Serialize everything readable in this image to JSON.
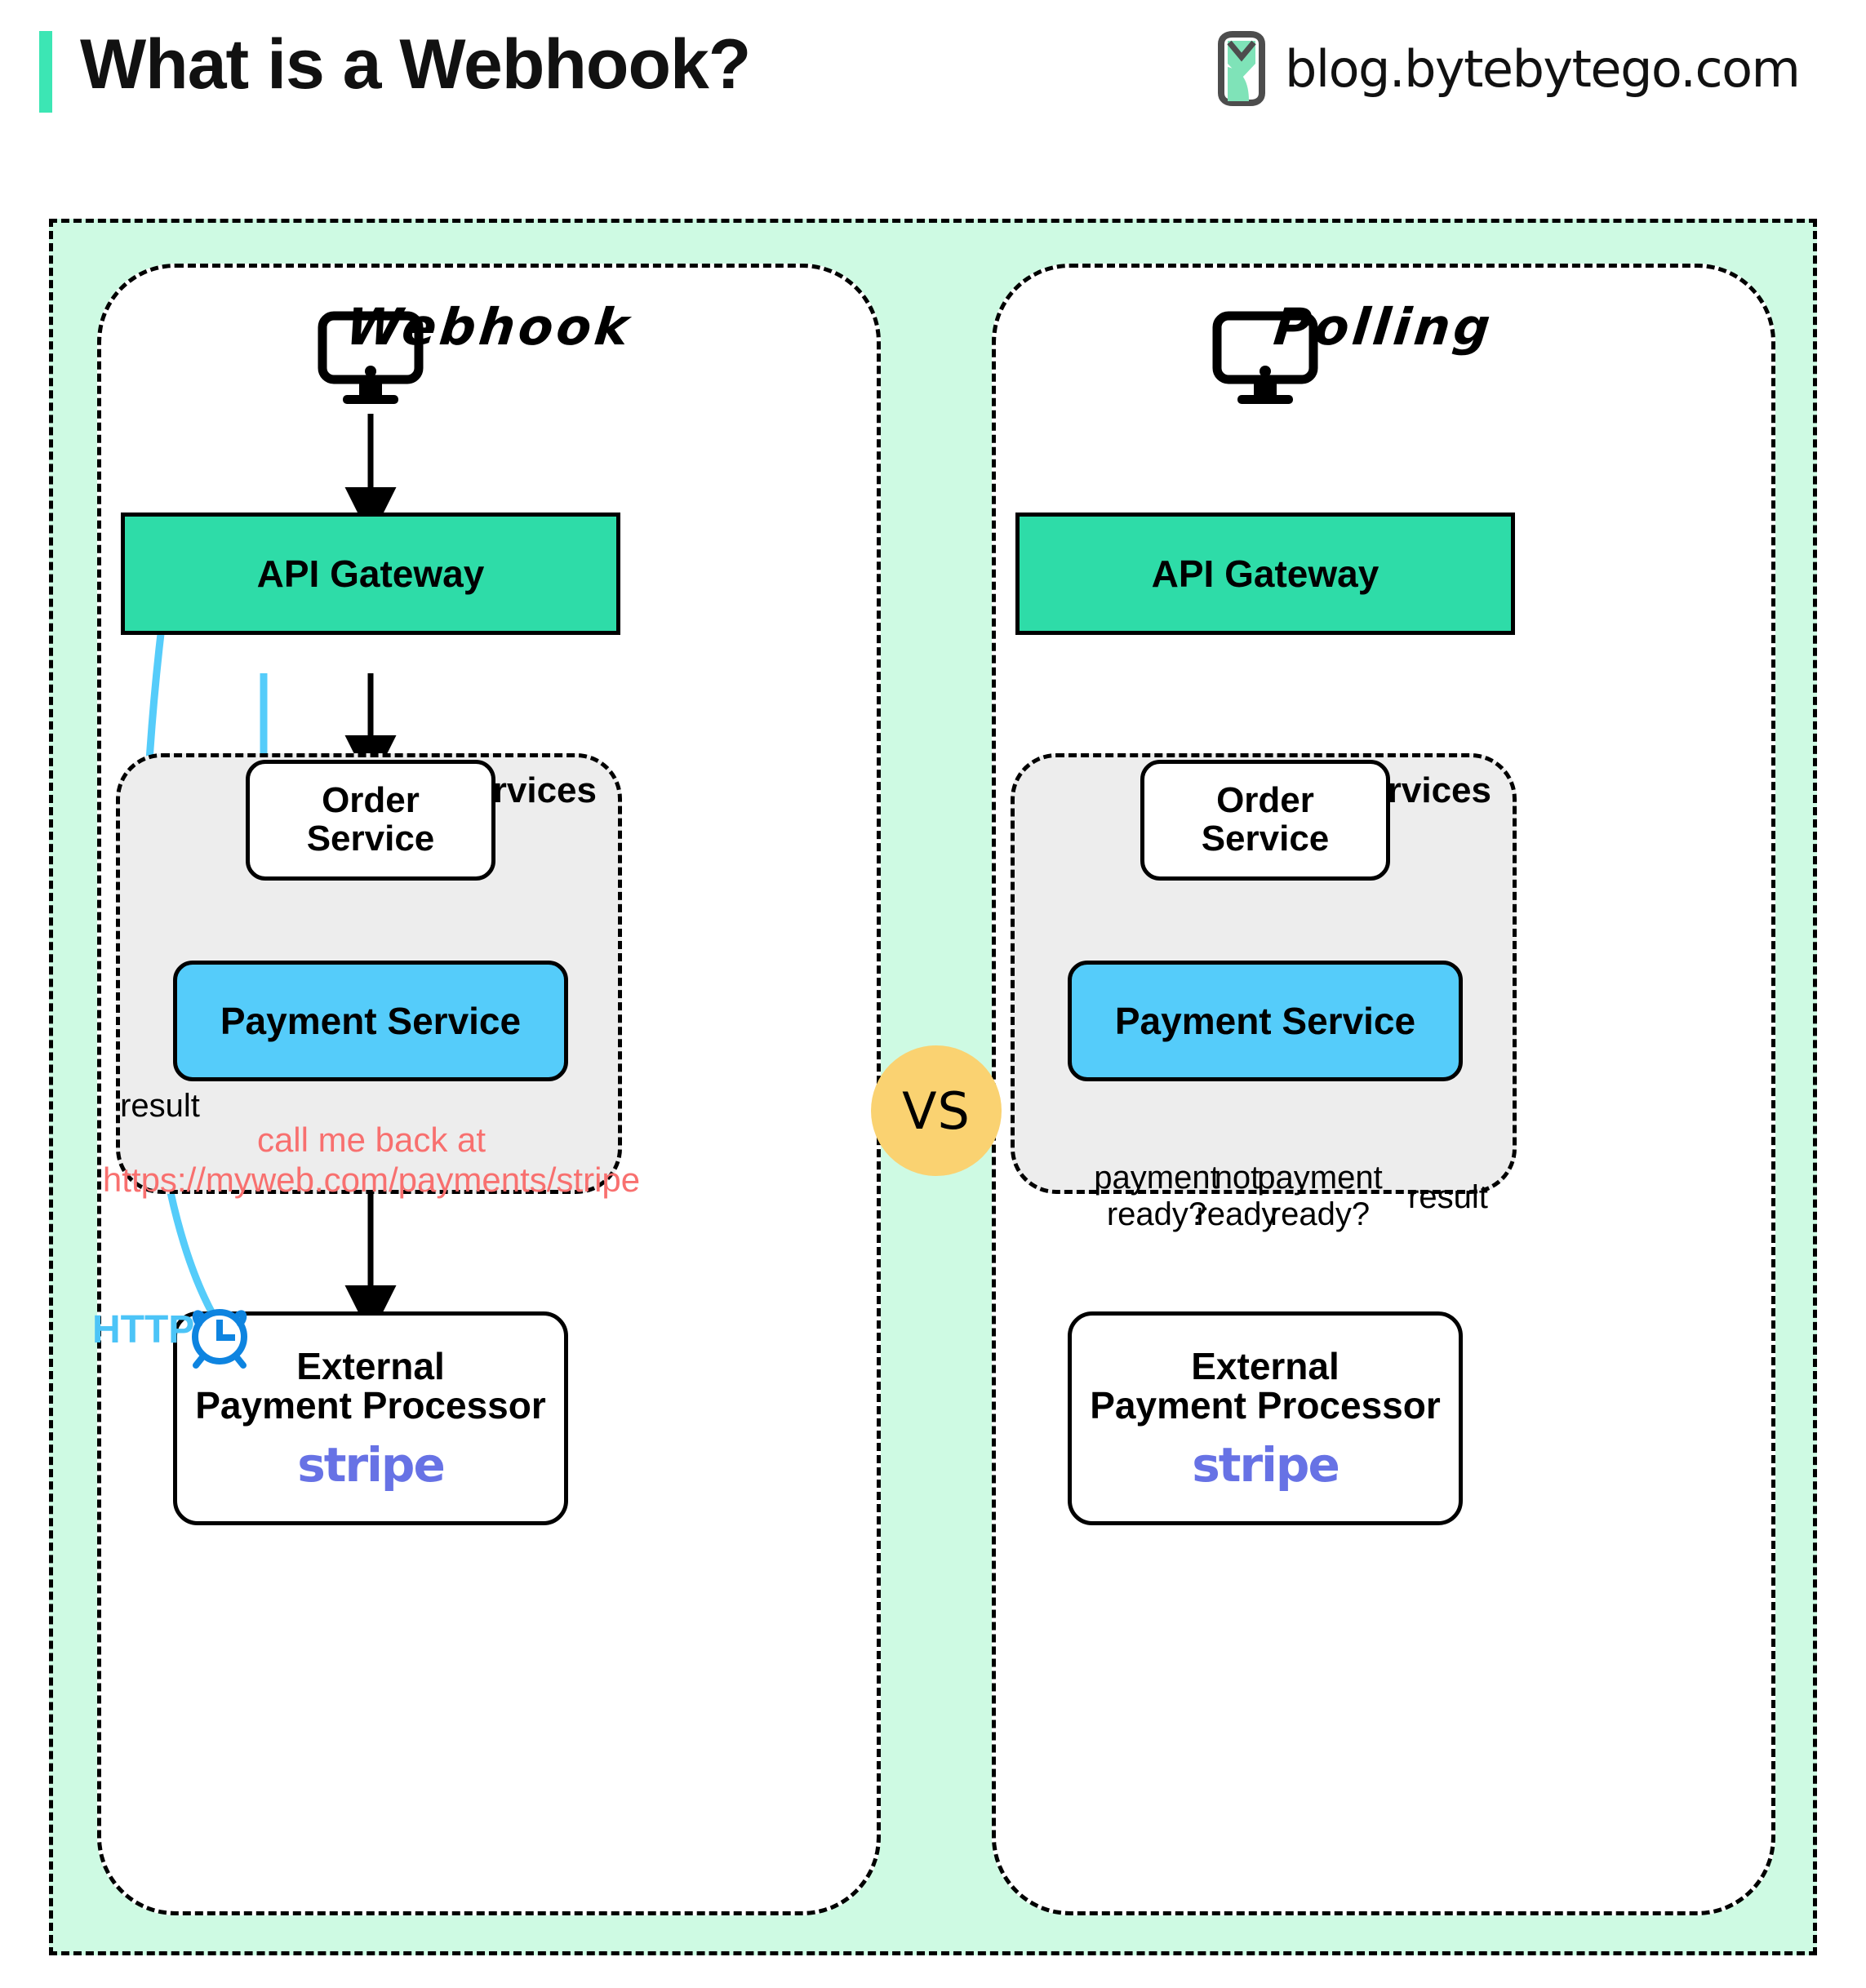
{
  "header": {
    "title": "What is a Webhook?",
    "brand_text": "blog.bytebytego.com",
    "brand_logo_icon": "bytebytego-logo-icon",
    "accent_color": "#3CE6B4"
  },
  "vs_badge": {
    "label": "VS",
    "color": "#FAD271"
  },
  "colors": {
    "canvas_bg": "#CEFAE3",
    "gateway": "#2EDCA8",
    "payment_service": "#55CCFA",
    "services_bg": "#EDEDED",
    "arrow_blue": "#55CCFA",
    "callback_red": "#F8706F",
    "stripe_purple": "#6772E5",
    "clock_blue": "#0E84E0"
  },
  "panels": [
    {
      "id": "webhook",
      "title": "Webhook",
      "client_icon": "monitor-icon",
      "gateway": "API Gateway",
      "services_label": "Services",
      "order_service": [
        "Order",
        "Service"
      ],
      "payment_service": "Payment Service",
      "callback_note": [
        "call me back at",
        "https://myweb.com/payments/stripe"
      ],
      "external": [
        "External",
        "Payment Processor"
      ],
      "vendor": "stripe",
      "result_label": "result",
      "http_label": "HTTP",
      "clock_icon": "alarm-clock-icon"
    },
    {
      "id": "polling",
      "title": "Polling",
      "client_icon": "monitor-icon",
      "gateway": "API Gateway",
      "services_label": "Services",
      "order_service": [
        "Order",
        "Service"
      ],
      "payment_service": "Payment Service",
      "external": [
        "External",
        "Payment Processor"
      ],
      "vendor": "stripe",
      "poll_labels": [
        [
          "payment",
          "ready?"
        ],
        [
          "not",
          "ready"
        ],
        [
          "payment",
          "ready?"
        ],
        [
          "result"
        ]
      ]
    }
  ]
}
